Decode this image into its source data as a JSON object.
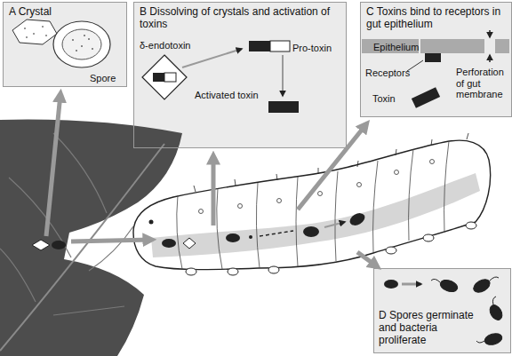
{
  "diagram": {
    "nodes": [
      {
        "text": [
          "A Crystal",
          "Spore"
        ]
      },
      {
        "text": [
          "B Dissolving of crystals and activation of toxins",
          "δ-endotoxin",
          "Pro-toxin",
          "Activated toxin"
        ]
      },
      {
        "text": [
          "C Toxins bind to receptors in gut epithelium",
          "Epithelium",
          "Receptors",
          "Toxin",
          "Perforation of gut membrane"
        ]
      },
      {
        "text": [
          "D Spores germinate and bacteria proliferate"
        ]
      }
    ]
  }
}
